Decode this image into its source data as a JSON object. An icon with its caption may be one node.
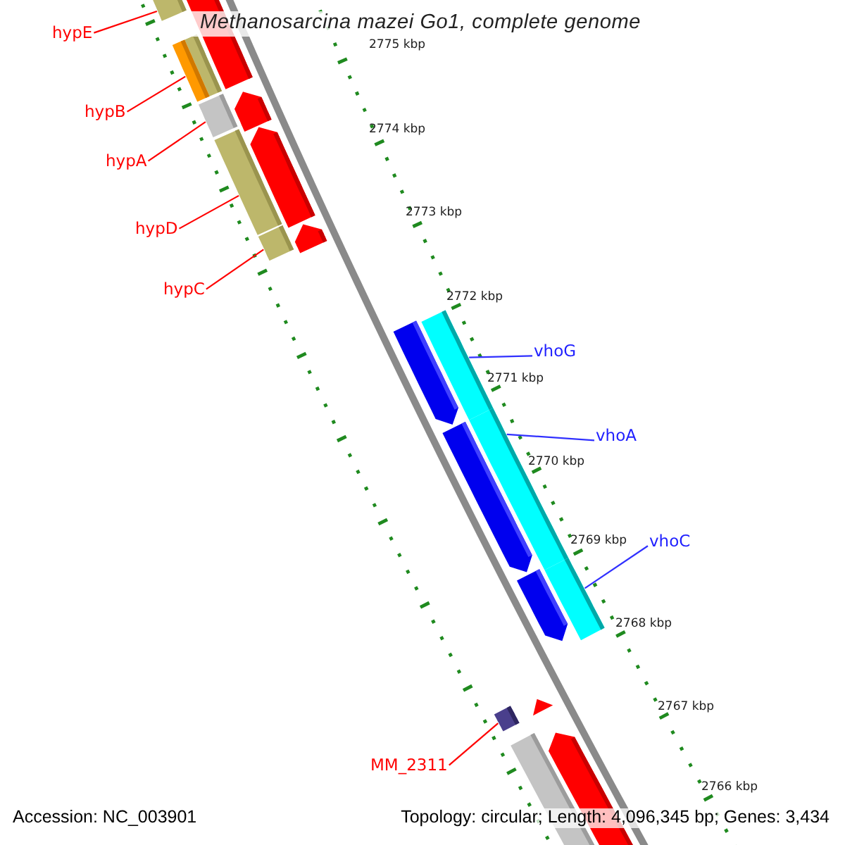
{
  "diagram": {
    "title": "Methanosarcina mazei Go1, complete genome",
    "nodes": [
      {
        "text": [
          "hypE"
        ]
      },
      {
        "text": [],
        "shape": "bar"
      },
      {
        "text": [
          "hypB"
        ]
      },
      {
        "text": [],
        "shape": "bar"
      },
      {
        "text": [
          "hypA"
        ]
      },
      {
        "text": [],
        "shape": "bar"
      },
      {
        "text": [
          "hypD"
        ]
      },
      {
        "text": [],
        "shape": "bar"
      },
      {
        "text": [
          "hypC"
        ]
      },
      {
        "text": [],
        "shape": "bar"
      },
      {
        "text": [
          "vhoG"
        ]
      },
      {
        "text": [],
        "shape": "bar"
      },
      {
        "text": [
          "vhoA"
        ]
      },
      {
        "text": [],
        "shape": "bar"
      },
      {
        "text": [
          "vhoC"
        ]
      },
      {
        "text": [],
        "shape": "bar"
      },
      {
        "text": [
          "MM_2311"
        ]
      },
      {
        "text": [],
        "shape": "bar"
      }
    ],
    "edges": [
      {
        "from": 0,
        "to": 1,
        "arrow": "none"
      },
      {
        "from": 2,
        "to": 3,
        "arrow": "none"
      },
      {
        "from": 4,
        "to": 5,
        "arrow": "none"
      },
      {
        "from": 6,
        "to": 7,
        "arrow": "none"
      },
      {
        "from": 8,
        "to": 9,
        "arrow": "none"
      },
      {
        "from": 10,
        "to": 11,
        "arrow": "none",
        "color": "#3030ff"
      },
      {
        "from": 12,
        "to": 13,
        "arrow": "none",
        "color": "#3030ff"
      },
      {
        "from": 14,
        "to": 15,
        "arrow": "none",
        "color": "#3030ff"
      },
      {
        "from": 16,
        "to": 17,
        "arrow": "none"
      }
    ],
    "labels": [
      "2775 kbp",
      "2774 kbp",
      "2773 kbp",
      "2772 kbp",
      "2771 kbp",
      "2770 kbp",
      "2769 kbp",
      "2768 kbp",
      "2767 kbp",
      "2766 kbp",
      "Accession: NC_003901",
      "Topology: circular; Length: 4,096,345 bp; Genes: 3,434"
    ]
  }
}
